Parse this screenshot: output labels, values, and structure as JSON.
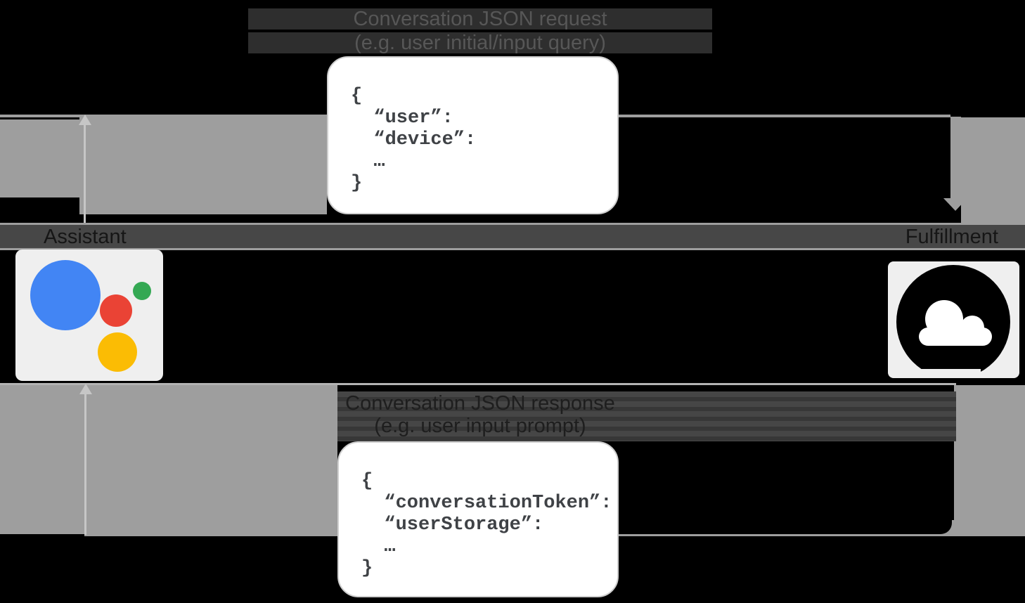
{
  "request_caption": {
    "line1": "Conversation JSON request",
    "line2": "(e.g. user initial/input query)"
  },
  "request_code": [
    "{",
    "  “user”:",
    "  “device”:",
    "  …",
    "}"
  ],
  "response_caption": {
    "line1": "Conversation JSON response",
    "line2": "(e.g. user input prompt)"
  },
  "response_code": [
    "{",
    "  “conversationToken”:",
    "  “userStorage”:",
    "  …",
    "}"
  ],
  "labels": {
    "left": "Assistant",
    "right": "Fulfillment"
  },
  "icons": {
    "left": "google-assistant-logo",
    "right": "cloud-icon"
  },
  "colors": {
    "assistant_blue": "#4285f4",
    "assistant_red": "#ea4335",
    "assistant_green": "#34a853",
    "assistant_yellow": "#fbbc04",
    "arrow_gray": "#9e9e9e",
    "code_text": "#3f4246",
    "box_background": "#ffffff",
    "icon_plate": "#efefef"
  }
}
